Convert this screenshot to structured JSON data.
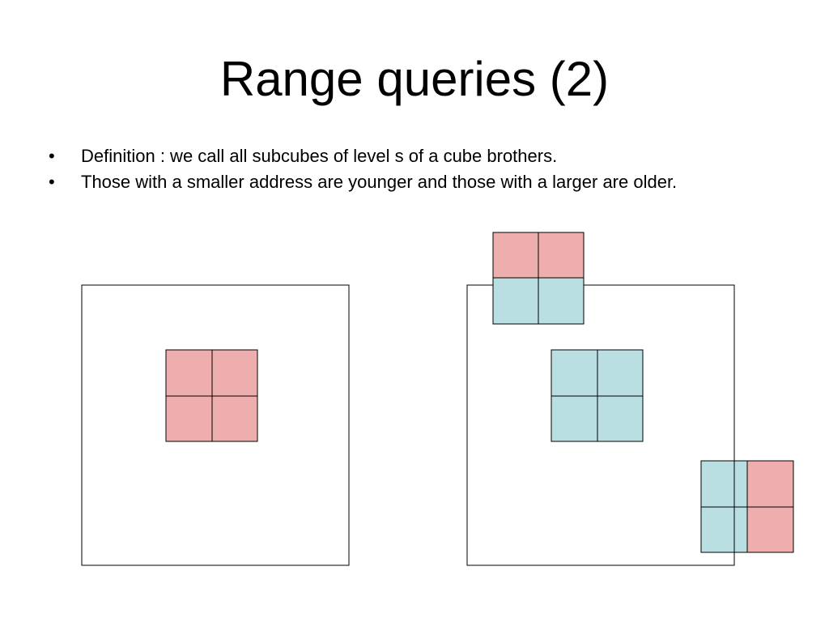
{
  "slide": {
    "title": "Range queries (2)",
    "bullets": [
      {
        "marker": "•",
        "text": "Definition : we call all subcubes of level s of a cube brothers."
      },
      {
        "marker": "•",
        "text": "Those with a smaller address are younger and those with a larger are older."
      }
    ]
  },
  "colors": {
    "pink": "#EFAEAE",
    "light_blue": "#B9DFE3",
    "outline": "#000000",
    "background": "#FFFFFF"
  }
}
